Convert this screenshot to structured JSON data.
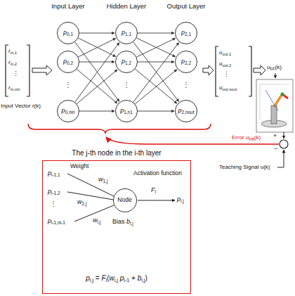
{
  "diagram": {
    "nodes": [
      {
        "text": [
          "p0,1"
        ]
      },
      {
        "text": [
          "p0,2"
        ]
      },
      {
        "text": [
          "p0,nin"
        ]
      },
      {
        "text": [
          "p1,1"
        ]
      },
      {
        "text": [
          "p1,2"
        ]
      },
      {
        "text": [
          "p1,n1"
        ]
      },
      {
        "text": [
          "p2,1"
        ]
      },
      {
        "text": [
          "p2,2"
        ]
      },
      {
        "text": [
          "p2,nout"
        ]
      },
      {
        "text": [
          "The j-th node in the i-th layer",
          "pi,j = Fi(wi,j pi-1 + bi,j)"
        ]
      },
      {
        "text": [
          "Node"
        ],
        "in": 9
      }
    ],
    "edges": [
      {
        "from": 0,
        "to": 3,
        "arrow": "to"
      },
      {
        "from": 0,
        "to": 4,
        "arrow": "to"
      },
      {
        "from": 0,
        "to": 5,
        "arrow": "to"
      },
      {
        "from": 1,
        "to": 3,
        "arrow": "to"
      },
      {
        "from": 1,
        "to": 4,
        "arrow": "to"
      },
      {
        "from": 1,
        "to": 5,
        "arrow": "to"
      },
      {
        "from": 2,
        "to": 3,
        "arrow": "to"
      },
      {
        "from": 2,
        "to": 4,
        "arrow": "to"
      },
      {
        "from": 2,
        "to": 5,
        "arrow": "to"
      },
      {
        "from": 3,
        "to": 6,
        "arrow": "to"
      },
      {
        "from": 3,
        "to": 7,
        "arrow": "to"
      },
      {
        "from": 3,
        "to": 8,
        "arrow": "to"
      },
      {
        "from": 4,
        "to": 6,
        "arrow": "to"
      },
      {
        "from": 4,
        "to": 7,
        "arrow": "to"
      },
      {
        "from": 4,
        "to": 8,
        "arrow": "to"
      },
      {
        "from": 5,
        "to": 6,
        "arrow": "to"
      },
      {
        "from": 5,
        "to": 7,
        "arrow": "to"
      },
      {
        "from": 5,
        "to": 8,
        "arrow": "to"
      }
    ],
    "labels": [
      "Input Layer",
      "Hidden Layer",
      "Output Layer",
      "⋮",
      "⋮",
      "⋮",
      "rin,1",
      "rin,2",
      "⋮",
      "rin,nin",
      "Input Vector r(k)",
      "uout,1",
      "uout,2",
      "⋮",
      "uout,nout",
      "uFF(k)",
      "Error uFB(k)",
      "+",
      "−",
      "Teaching Signal u(k)",
      "pi-1,1",
      "pi-1,2",
      "⋮",
      "pi-1,ni-1",
      "Weight",
      "w1,j",
      "w2,j",
      "wi,j",
      "Activation function",
      "Fi",
      "pi,j",
      "Bias bi,j"
    ]
  }
}
